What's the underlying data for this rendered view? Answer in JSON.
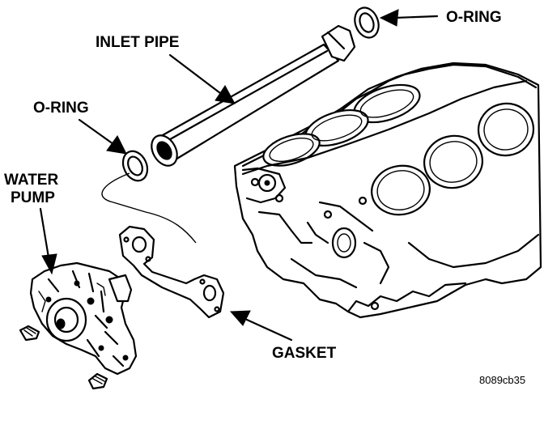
{
  "labels": {
    "o_ring_top": "O-RING",
    "inlet_pipe": "INLET PIPE",
    "o_ring_left": "O-RING",
    "water": "WATER",
    "pump": "PUMP",
    "gasket": "GASKET",
    "figure_code": "8089cb35"
  }
}
